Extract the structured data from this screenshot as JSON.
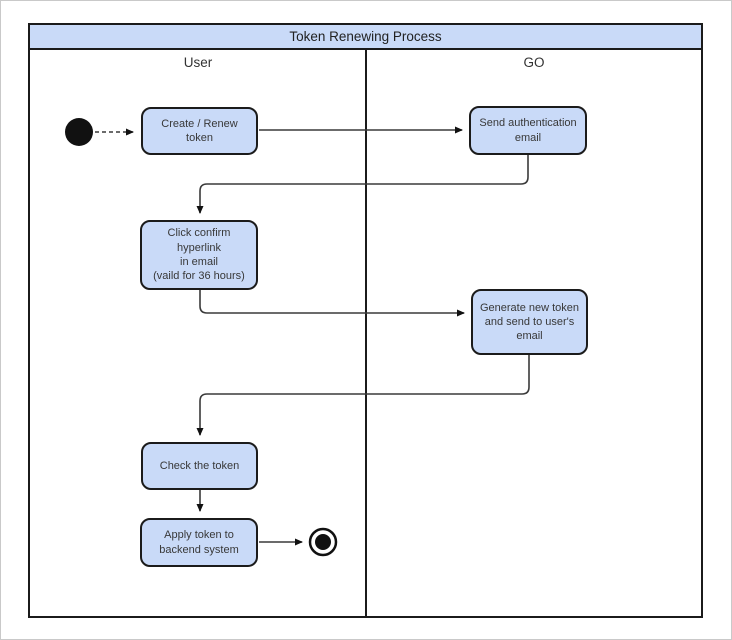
{
  "diagram": {
    "title": "Token Renewing Process",
    "lanes": {
      "left": "User",
      "right": "GO"
    }
  },
  "boxes": {
    "create_renew": [
      "Create / Renew",
      "token"
    ],
    "send_auth": [
      "Send authentication",
      "email"
    ],
    "click_confirm": [
      "Click confirm",
      "hyperlink",
      "in email",
      "(vaild for 36 hours)"
    ],
    "generate_token": [
      "Generate new token",
      "and send to user's",
      "email"
    ],
    "check_token": [
      "Check the token"
    ],
    "apply_token": [
      "Apply token to",
      "backend system"
    ]
  },
  "colors": {
    "activity_fill": "#c9daf8",
    "activity_border": "#1b1b1b",
    "pool_title_fill": "#c9daf8",
    "connector_line": "#3a3a3a",
    "node_black": "#111111"
  }
}
